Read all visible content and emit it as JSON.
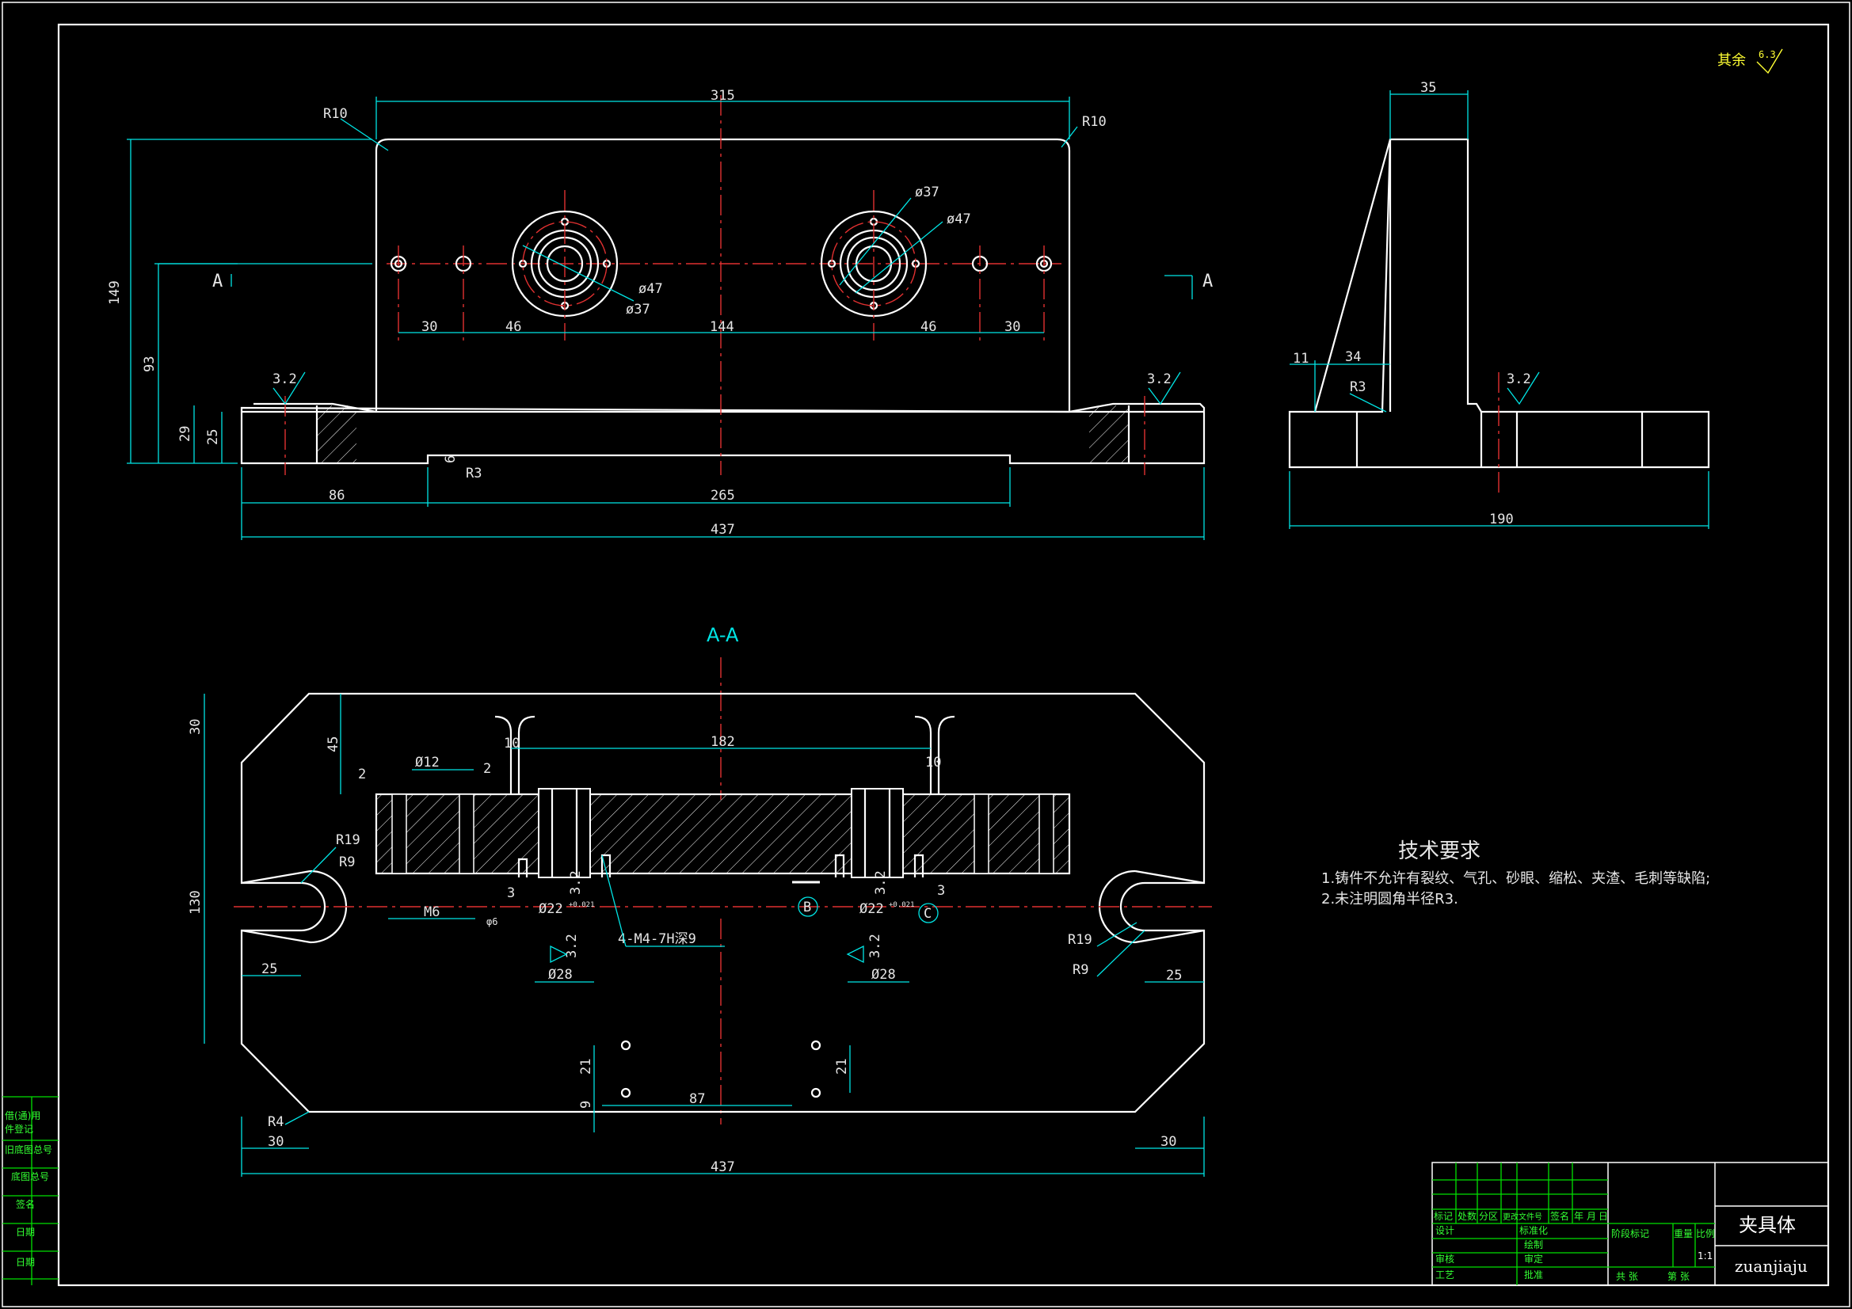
{
  "drawing": {
    "section_label": "A-A",
    "view_arrow_left": "A",
    "view_arrow_right": "A",
    "roughness_other": "其余",
    "roughness_other_value": "6.3",
    "roughness_value": "3.2"
  },
  "front_view": {
    "dims": {
      "width_top": "315",
      "overall_width": "437",
      "slot_width": "265",
      "left_offset": "86",
      "height_total": "149",
      "height_hole": "93",
      "base_h1": "29",
      "base_h2": "25",
      "slot_depth": "6",
      "hole_spacing_1": "30",
      "hole_spacing_2": "46",
      "hole_spacing_center": "144",
      "hole_spacing_3": "46",
      "hole_spacing_4": "30",
      "radius_tl": "R10",
      "radius_tr": "R10",
      "radius_slot": "R3",
      "dia_37_a": "ø37",
      "dia_47_a": "ø47",
      "dia_47_b": "ø47",
      "dia_37_b": "ø37"
    }
  },
  "side_view": {
    "dims": {
      "top_width": "35",
      "overall_width": "190",
      "d11": "11",
      "d34": "34",
      "radius": "R3"
    }
  },
  "section_view": {
    "dims": {
      "overall_width": "437",
      "height": "130",
      "d30_top": "30",
      "d45": "45",
      "d2_a": "2",
      "d2_b": "2",
      "dia12": "Ø12",
      "d10_a": "10",
      "d182": "182",
      "d10_b": "10",
      "r19_left": "R19",
      "r9_left": "R9",
      "r19_right": "R19",
      "r9_right": "R9",
      "d25_left": "25",
      "d25_right": "25",
      "m6": "M6",
      "phi6": "φ6",
      "d3_a": "3",
      "d3_b": "3",
      "dia22_a": "Ø22",
      "tol_a": "+0.021",
      "dia22_b": "Ø22",
      "tol_b": "+0.021",
      "thread": "4-M4-7H深9",
      "dia28_a": "Ø28",
      "dia28_b": "Ø28",
      "rough_a": "3.2",
      "rough_b": "3.2",
      "rough_c": "3.2",
      "rough_d": "3.2",
      "datum_b": "B",
      "datum_c": "C",
      "d21_a": "21",
      "d21_b": "21",
      "d9": "9",
      "d87": "87",
      "r4": "R4",
      "d30_left": "30",
      "d30_right": "30"
    }
  },
  "tech_req": {
    "heading": "技术要求",
    "line1": "1.铸件不允许有裂纹、气孔、砂眼、缩松、夹渣、毛刺等缺陷;",
    "line2": "2.未注明圆角半径R3."
  },
  "side_table": {
    "rows": [
      "借(通)用",
      "件登记",
      "旧底图总号",
      "底图总号",
      "签名",
      "日期",
      "日期"
    ]
  },
  "title_block": {
    "part_name": "夹具体",
    "drawing_code": "zuanjiaju",
    "headers": [
      "标记",
      "处数",
      "分区",
      "更改文件号",
      "签名",
      "年",
      "月",
      "日"
    ],
    "row_design": "设计",
    "row_standard": "标准化",
    "row_review": "审核",
    "row_process": "工艺",
    "row_draw": "绘制",
    "row_check": "审定",
    "row_approve": "批准",
    "stage_labels": "阶段标记",
    "weight_label": "重量",
    "scale_label": "比例",
    "scale_value": "1:1",
    "sheet_total": "共 张",
    "sheet_no": "第 张"
  }
}
